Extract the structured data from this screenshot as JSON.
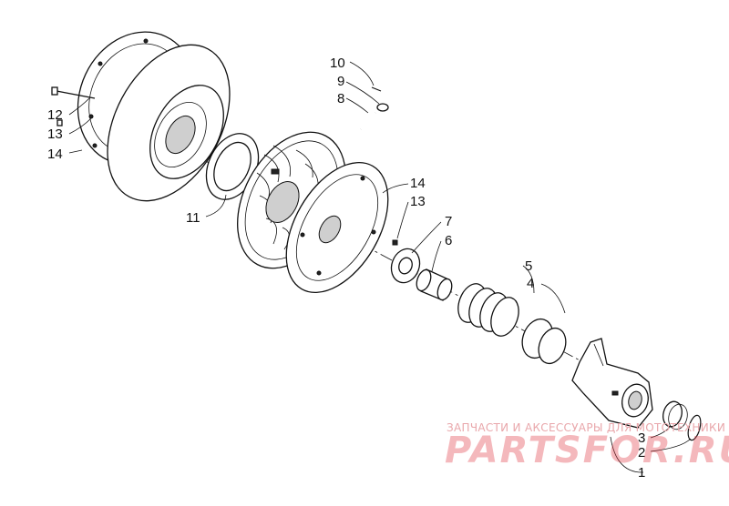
{
  "diagram": {
    "callouts": [
      {
        "id": "c10",
        "text": "10"
      },
      {
        "id": "c9",
        "text": "9"
      },
      {
        "id": "c8",
        "text": "8"
      },
      {
        "id": "c12",
        "text": "12"
      },
      {
        "id": "c13a",
        "text": "13"
      },
      {
        "id": "c14a",
        "text": "14"
      },
      {
        "id": "c11",
        "text": "11"
      },
      {
        "id": "c14b",
        "text": "14"
      },
      {
        "id": "c13b",
        "text": "13"
      },
      {
        "id": "c7",
        "text": "7"
      },
      {
        "id": "c6",
        "text": "6"
      },
      {
        "id": "c5",
        "text": "5"
      },
      {
        "id": "c4",
        "text": "4"
      },
      {
        "id": "c3",
        "text": "3"
      },
      {
        "id": "c2",
        "text": "2"
      },
      {
        "id": "c1",
        "text": "1"
      }
    ]
  },
  "watermark": {
    "tagline": "ЗАПЧАСТИ И АКСЕССУАРЫ ДЛЯ МОТОТЕХНИКИ",
    "logo_text": "PARTSFOR.RU",
    "color": "#e0353f"
  }
}
